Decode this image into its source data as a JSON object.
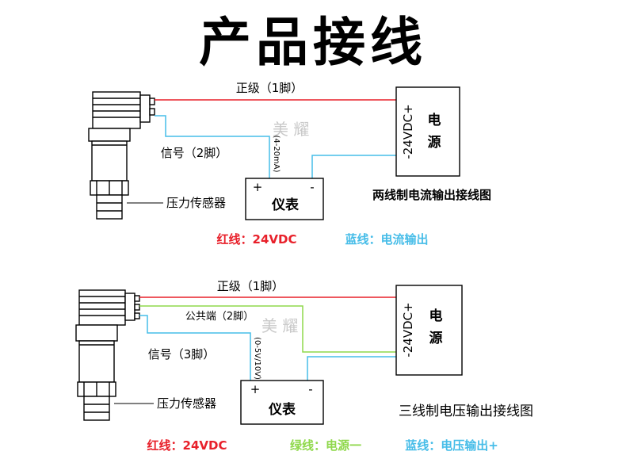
{
  "title": "产品接线",
  "watermark": "美 耀",
  "colors": {
    "red": "#e8202a",
    "cyan": "#47bde8",
    "green": "#8fd84b",
    "black": "#000000"
  },
  "diagram1": {
    "wire_positive": "正级（1脚）",
    "wire_signal": "信号（2脚）",
    "signal_range": "(4-20mA)",
    "sensor_label": "压力传感器",
    "meter_plus": "+",
    "meter_minus": "-",
    "meter_label": "仪表",
    "power_voltage": "-24VDC+",
    "power_label_1": "电",
    "power_label_2": "源",
    "caption": "两线制电流输出接线图",
    "legend_red": "红线：24VDC",
    "legend_blue": "蓝线：电流输出"
  },
  "diagram2": {
    "wire_positive": "正级（1脚）",
    "wire_common": "公共端（2脚）",
    "wire_signal": "信号（3脚）",
    "signal_range": "(0-5V/10V)",
    "sensor_label": "压力传感器",
    "meter_plus": "+",
    "meter_minus": "-",
    "meter_label": "仪表",
    "power_voltage": "-24VDC+",
    "power_label_1": "电",
    "power_label_2": "源",
    "caption": "三线制电压输出接线图",
    "legend_red": "红线：24VDC",
    "legend_green": "绿线：电源一",
    "legend_blue": "蓝线：电压输出+"
  }
}
